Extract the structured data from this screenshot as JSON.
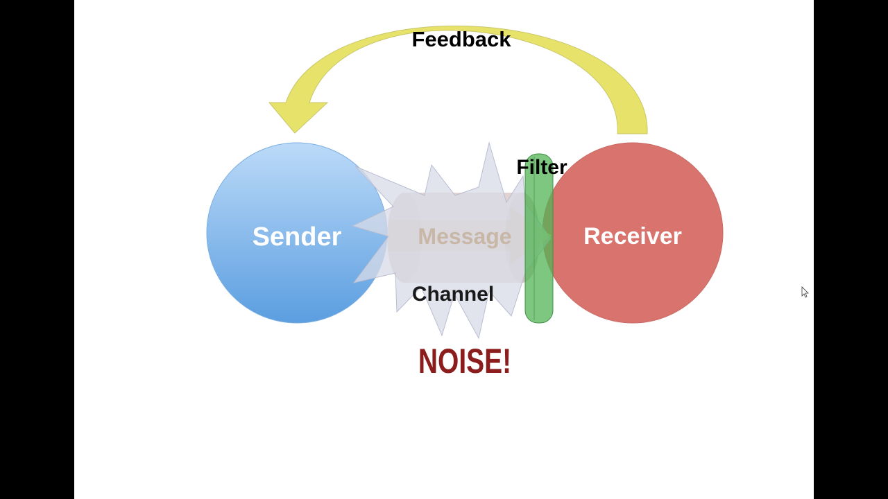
{
  "diagram": {
    "feedback_label": "Feedback",
    "sender_label": "Sender",
    "receiver_label": "Receiver",
    "message_label": "Message",
    "channel_label": "Channel",
    "filter_label": "Filter",
    "noise_label": "NOISE!"
  },
  "colors": {
    "background": "#000000",
    "slide": "#ffffff",
    "sender_top": "#b8d6f6",
    "sender_bottom": "#5a9fe0",
    "receiver": "#d9736e",
    "feedback_arrow": "#e7e36b",
    "filter": "#4caf50",
    "noise_burst": "#d7dae6",
    "noise_text": "#8b1d1d",
    "message_text": "#c9b9a8"
  },
  "icons": {
    "cursor": "mouse-pointer-icon"
  }
}
